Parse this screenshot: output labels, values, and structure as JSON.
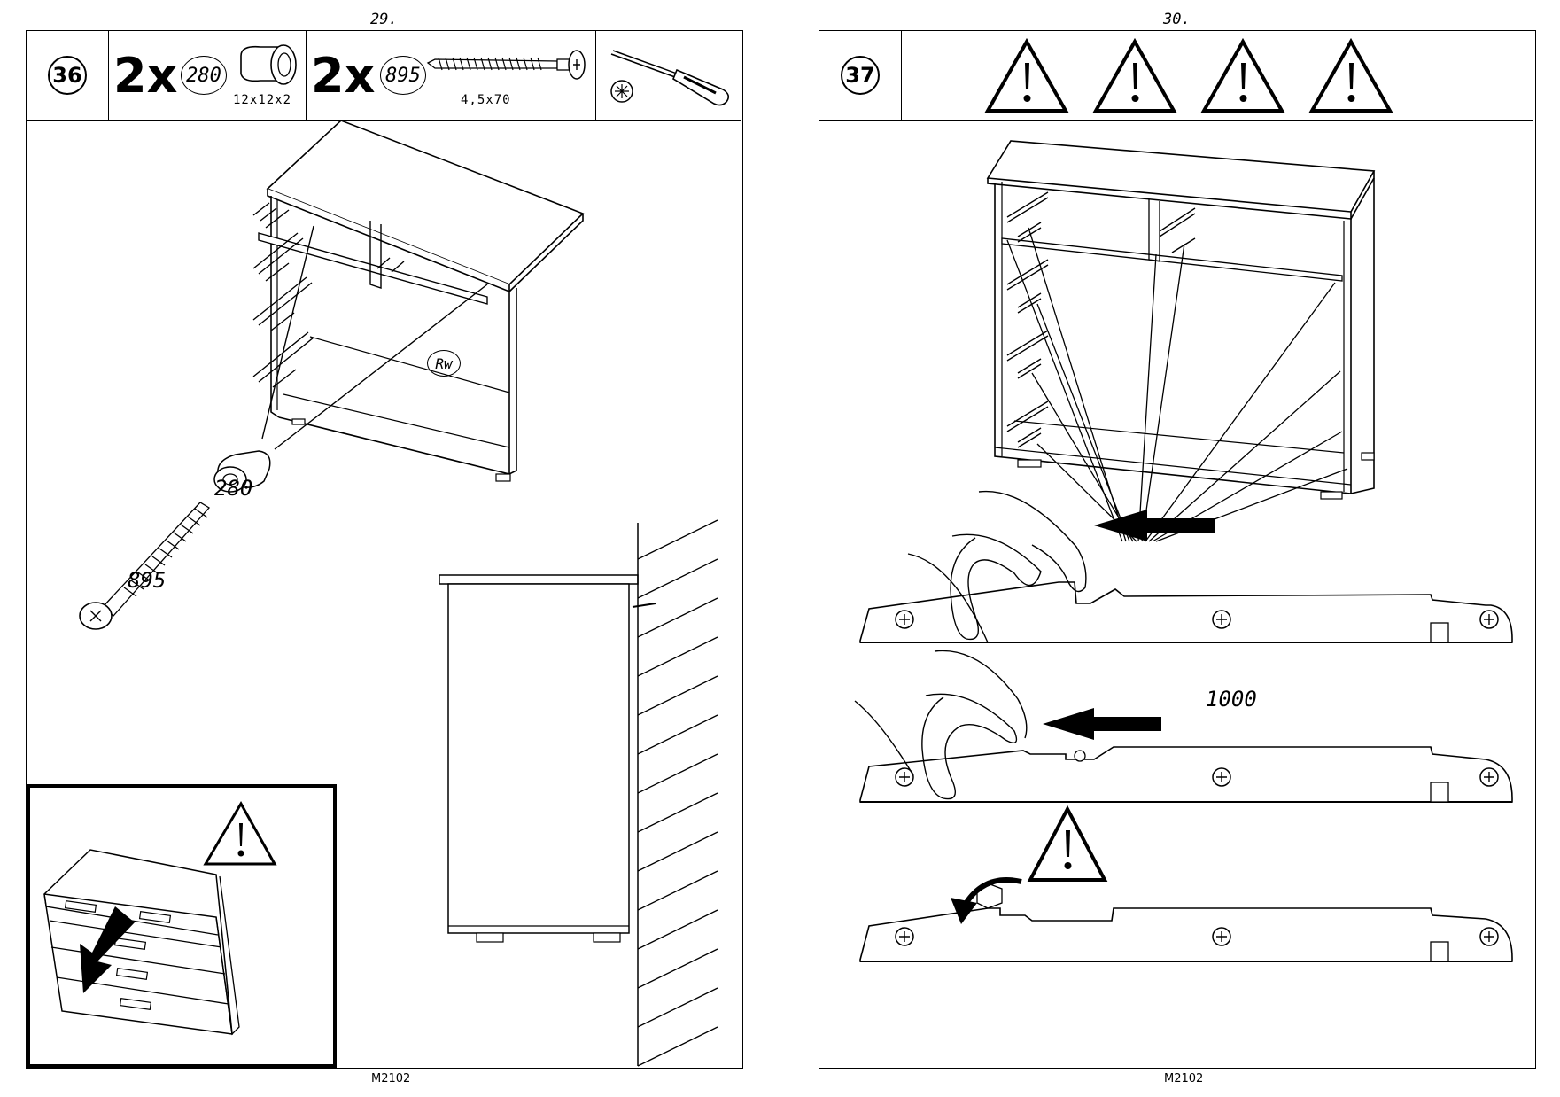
{
  "left_page": {
    "page_number": "29.",
    "step": "36",
    "parts": [
      {
        "quantity": "2x",
        "part_number": "280",
        "size": "12x12x2"
      },
      {
        "quantity": "2x",
        "part_number": "895",
        "size": "4,5x70"
      }
    ],
    "tool": "screwdriver-icon",
    "back_panel_label": "Rw",
    "callouts": {
      "cap": "280",
      "screw": "895"
    },
    "footer_code": "M2102"
  },
  "right_page": {
    "page_number": "30.",
    "step": "37",
    "runner_length": "1000",
    "footer_code": "M2102"
  }
}
